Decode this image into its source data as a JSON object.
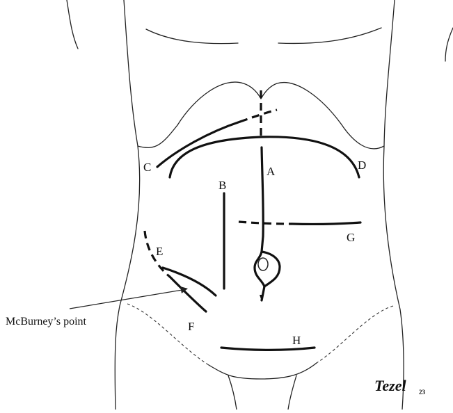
{
  "diagram": {
    "incision_labels": {
      "a": "A",
      "b": "B",
      "c": "C",
      "d": "D",
      "e": "E",
      "f": "F",
      "g": "G",
      "h": "H"
    },
    "callout": "McBurney’s point",
    "signature": {
      "name": "Tezel",
      "year": "23"
    }
  }
}
